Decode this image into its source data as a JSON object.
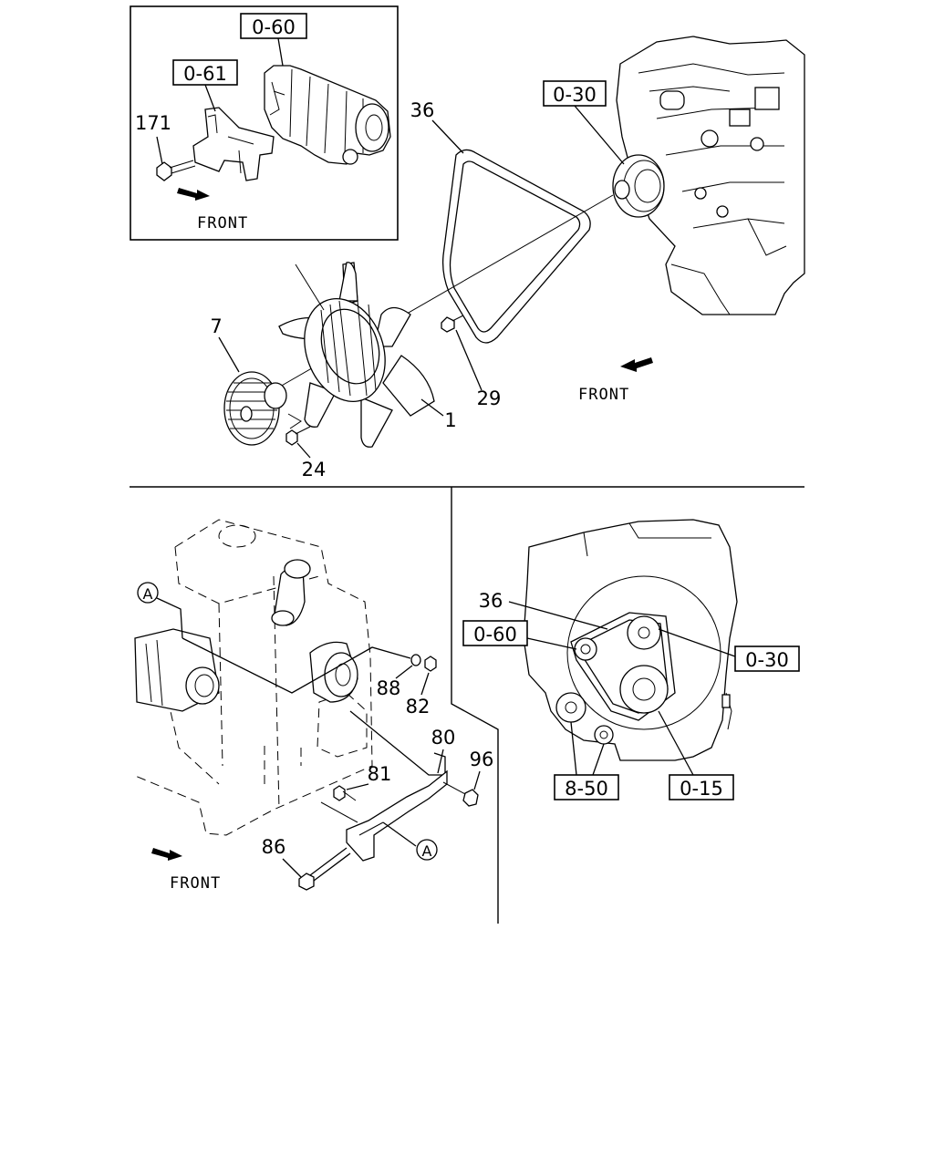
{
  "top": {
    "inset": {
      "box_labels": [
        "0-60",
        "0-61"
      ],
      "part_numbers": [
        "171"
      ],
      "front_label": "FRONT"
    },
    "main": {
      "box_labels": [
        "0-30"
      ],
      "part_numbers": [
        "36",
        "7",
        "29",
        "1",
        "24"
      ],
      "front_label": "FRONT"
    }
  },
  "bottom_left": {
    "part_numbers": [
      "88",
      "82",
      "80",
      "96",
      "81",
      "86"
    ],
    "callout_letter": "A",
    "front_label": "FRONT"
  },
  "bottom_right": {
    "part_numbers": [
      "36"
    ],
    "box_labels": [
      "0-60",
      "0-30",
      "8-50",
      "0-15"
    ]
  }
}
